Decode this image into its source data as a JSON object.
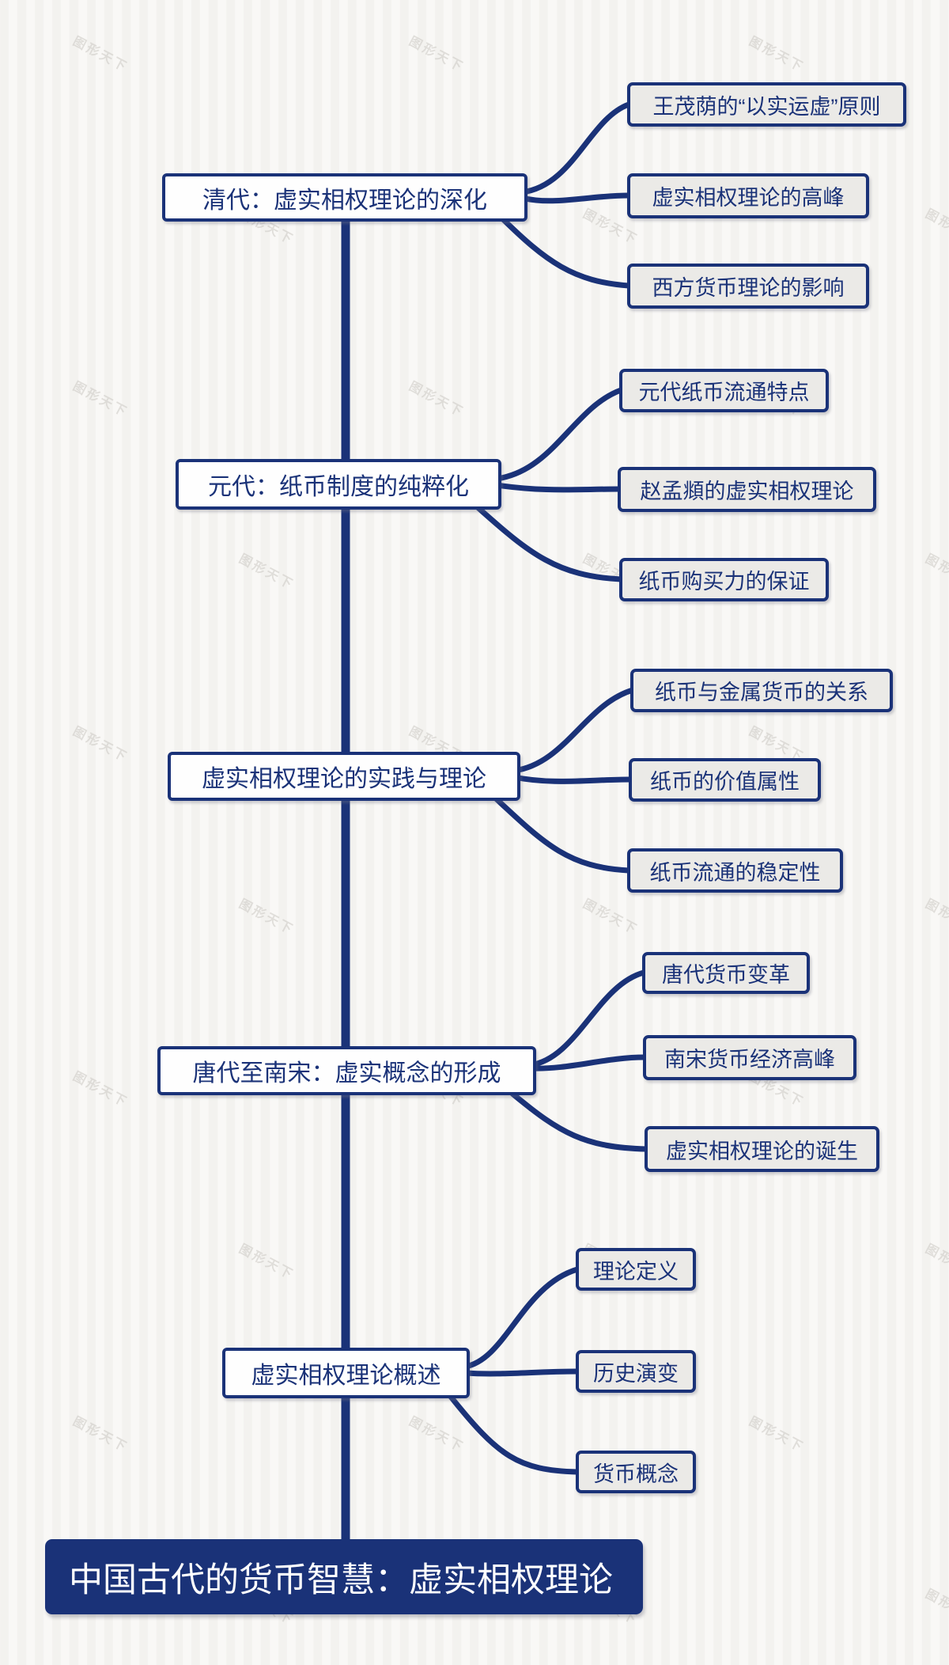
{
  "colors": {
    "navy": "#1a3278",
    "main_node_fill": "#fefefe",
    "branch_node_fill": "#ebeae7",
    "title_fill": "#1a3278",
    "title_text": "#ffffff",
    "background_stripe_dark": "#f3f2ef",
    "background_stripe_light": "#f9f8f6"
  },
  "watermark": {
    "text": "图形天下"
  },
  "title": {
    "text": "中国古代的货币智慧：虚实相权理论"
  },
  "sections": [
    {
      "label": "清代：虚实相权理论的深化",
      "branches": [
        "王茂荫的“以实运虚”原则",
        "虚实相权理论的高峰",
        "西方货币理论的影响"
      ]
    },
    {
      "label": "元代：纸币制度的纯粹化",
      "branches": [
        "元代纸币流通特点",
        "赵孟頫的虚实相权理论",
        "纸币购买力的保证"
      ]
    },
    {
      "label": "虚实相权理论的实践与理论",
      "branches": [
        "纸币与金属货币的关系",
        "纸币的价值属性",
        "纸币流通的稳定性"
      ]
    },
    {
      "label": "唐代至南宋：虚实概念的形成",
      "branches": [
        "唐代货币变革",
        "南宋货币经济高峰",
        "虚实相权理论的诞生"
      ]
    },
    {
      "label": "虚实相权理论概述",
      "branches": [
        "理论定义",
        "历史演变",
        "货币概念"
      ]
    }
  ]
}
